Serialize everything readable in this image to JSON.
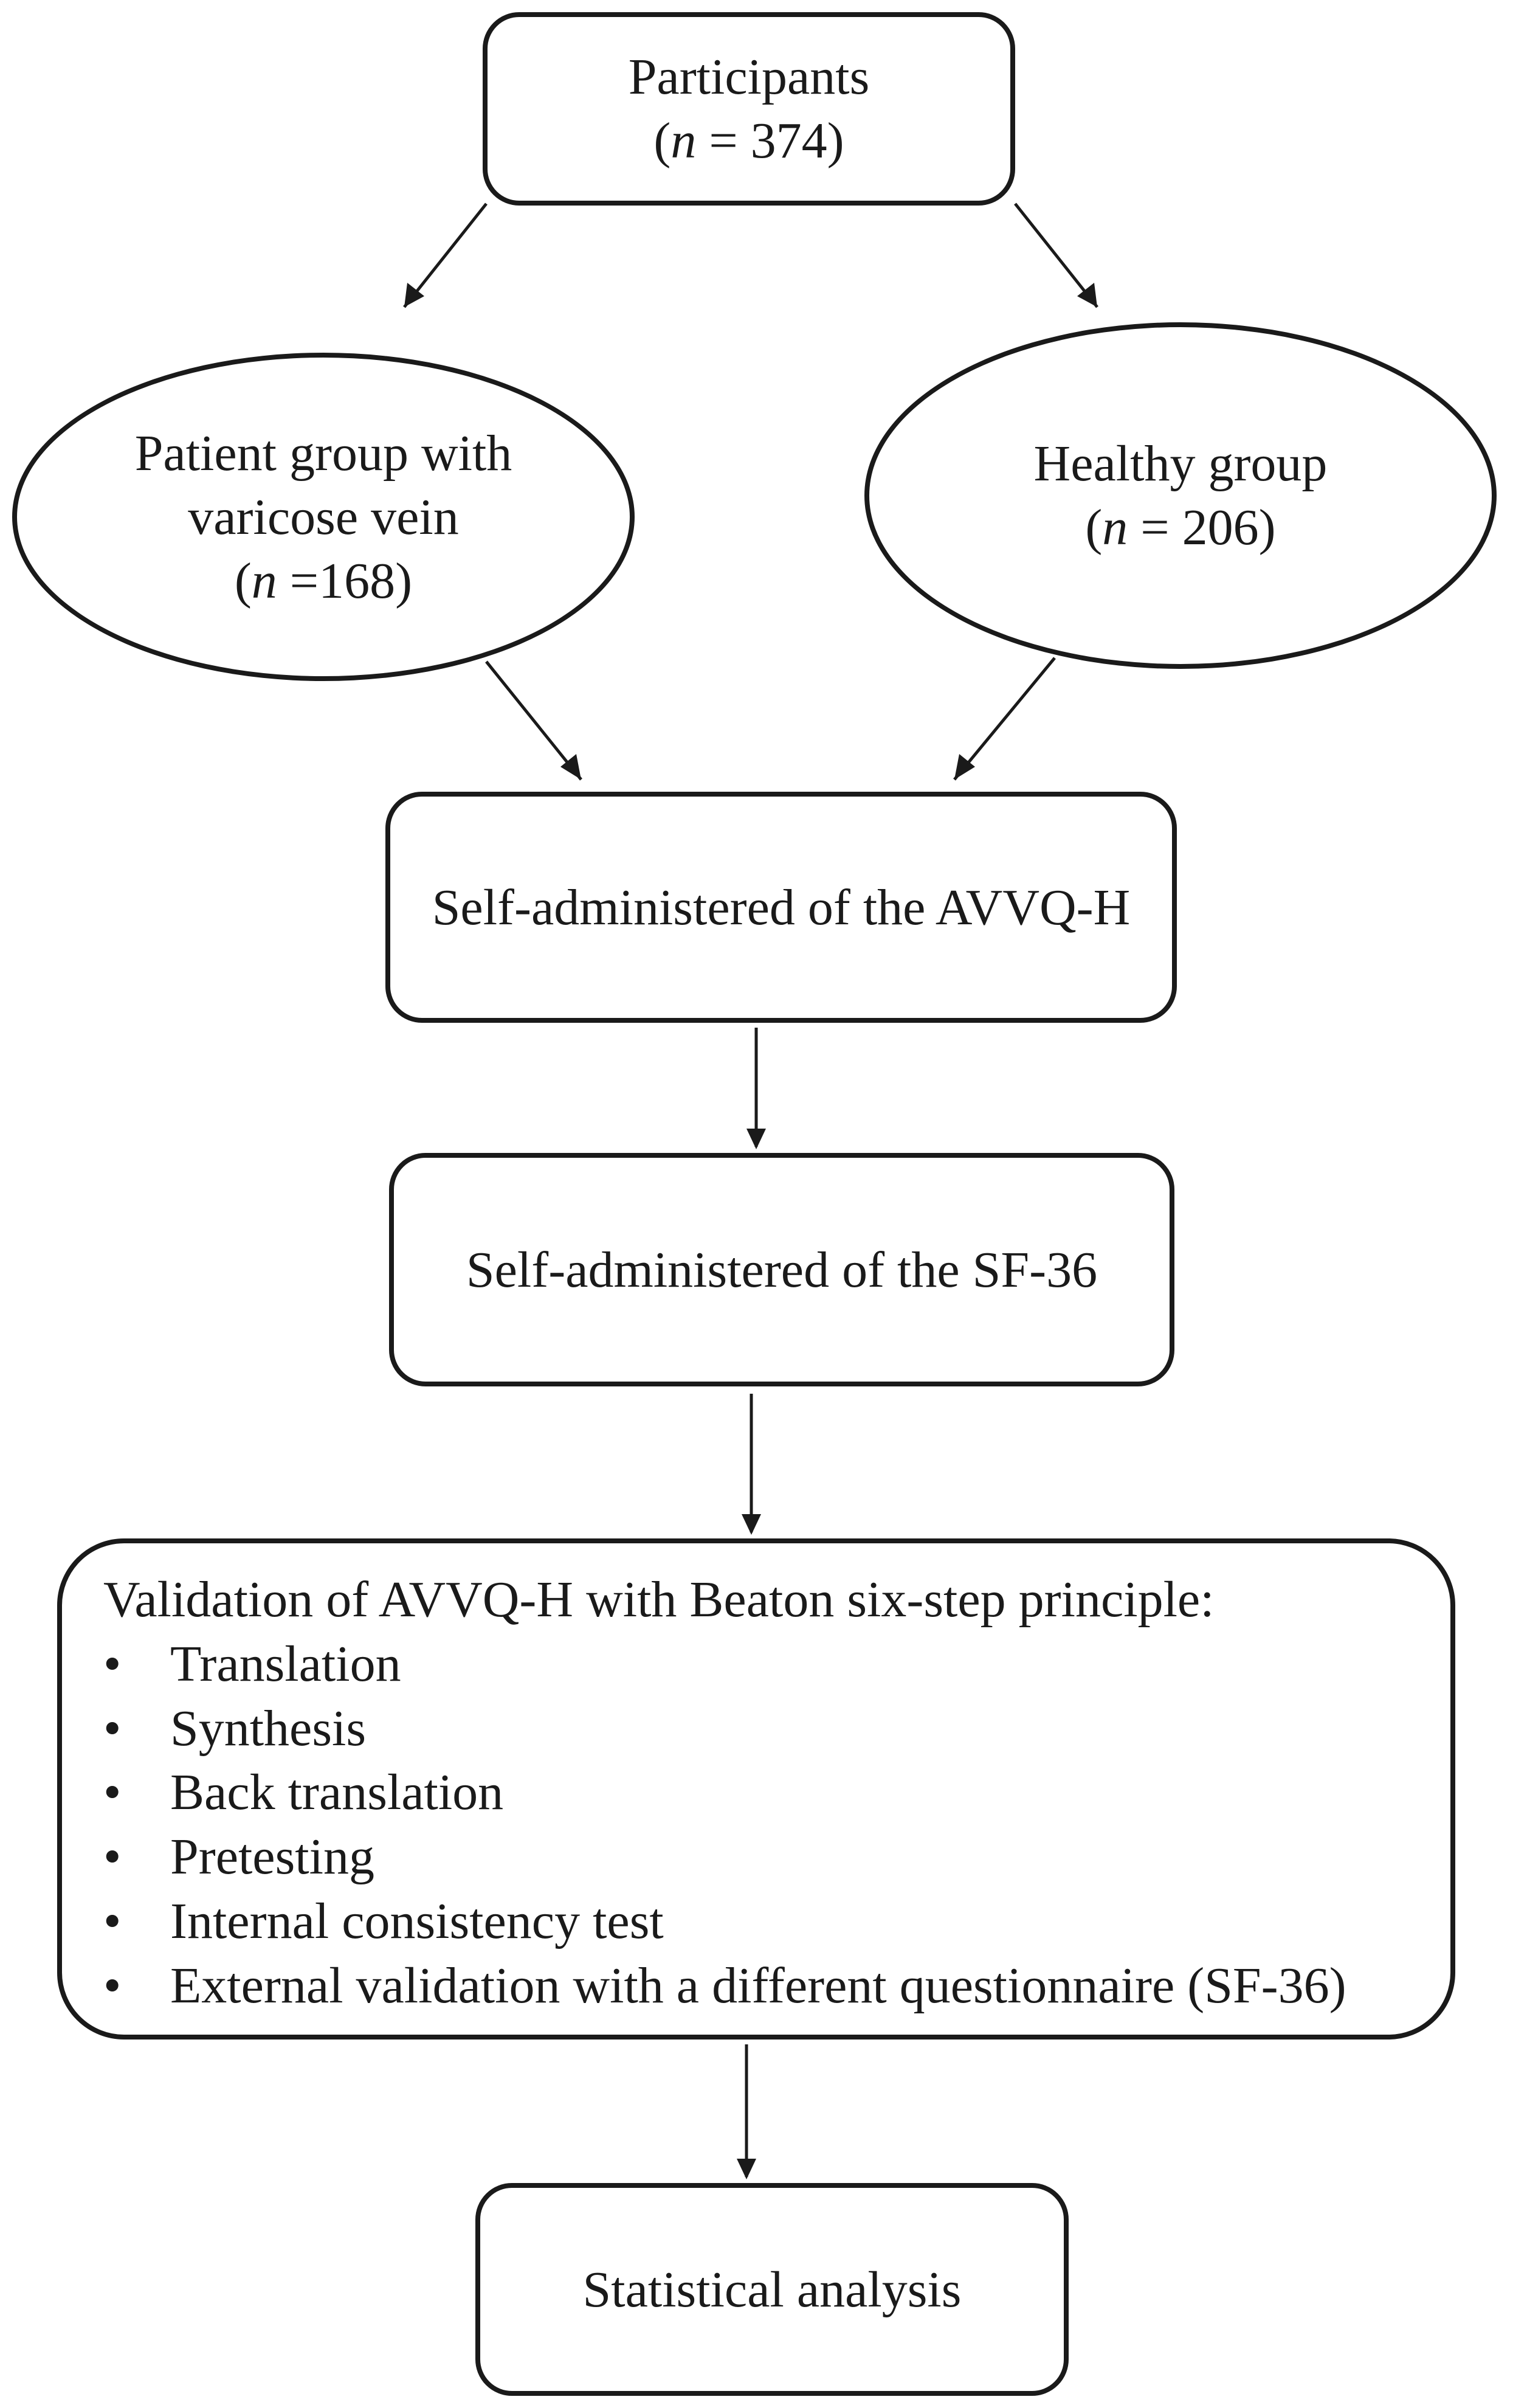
{
  "participants": {
    "label": "Participants",
    "n_italic": "n",
    "n_rest": " = 374)",
    "open_paren": "("
  },
  "patient_group": {
    "line1": "Patient group with",
    "line2": "varicose vein",
    "open_paren": "(",
    "n_italic": "n",
    "n_rest": " =168)"
  },
  "healthy_group": {
    "line1": "Healthy group",
    "open_paren": "(",
    "n_italic": "n",
    "n_rest": " = 206)"
  },
  "avvq_step": {
    "label": "Self-administered of the AVVQ-H"
  },
  "sf36_step": {
    "label": "Self-administered of the SF-36"
  },
  "validation": {
    "title": "Validation of AVVQ-H with Beaton six-step principle:",
    "bullet": "•",
    "steps": [
      "Translation",
      "Synthesis",
      "Back translation",
      "Pretesting",
      "Internal consistency test",
      "External validation with a different questionnaire (SF-36)"
    ]
  },
  "statistics": {
    "label": "Statistical analysis"
  },
  "colors": {
    "stroke": "#1a1a1a",
    "background": "#ffffff"
  }
}
